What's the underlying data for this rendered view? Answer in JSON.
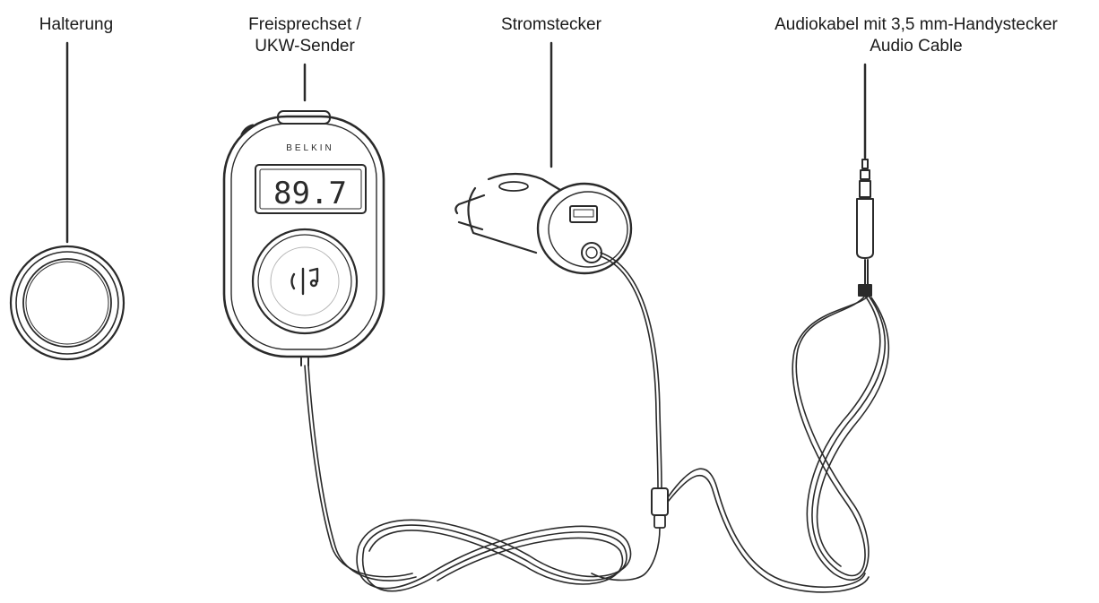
{
  "labels": {
    "halterung": "Halterung",
    "freisprech_line1": "Freisprechset /",
    "freisprech_line2": "UKW-Sender",
    "stromstecker": "Stromstecker",
    "audio_line1": "Audiokabel mit 3,5 mm-Handystecker",
    "audio_line2": "Audio Cable"
  },
  "device": {
    "brand": "BELKIN",
    "frequency": "89.7",
    "button_icon": "phone-music-icon"
  },
  "colors": {
    "line": "#2a2a2a",
    "fill": "#ffffff"
  }
}
